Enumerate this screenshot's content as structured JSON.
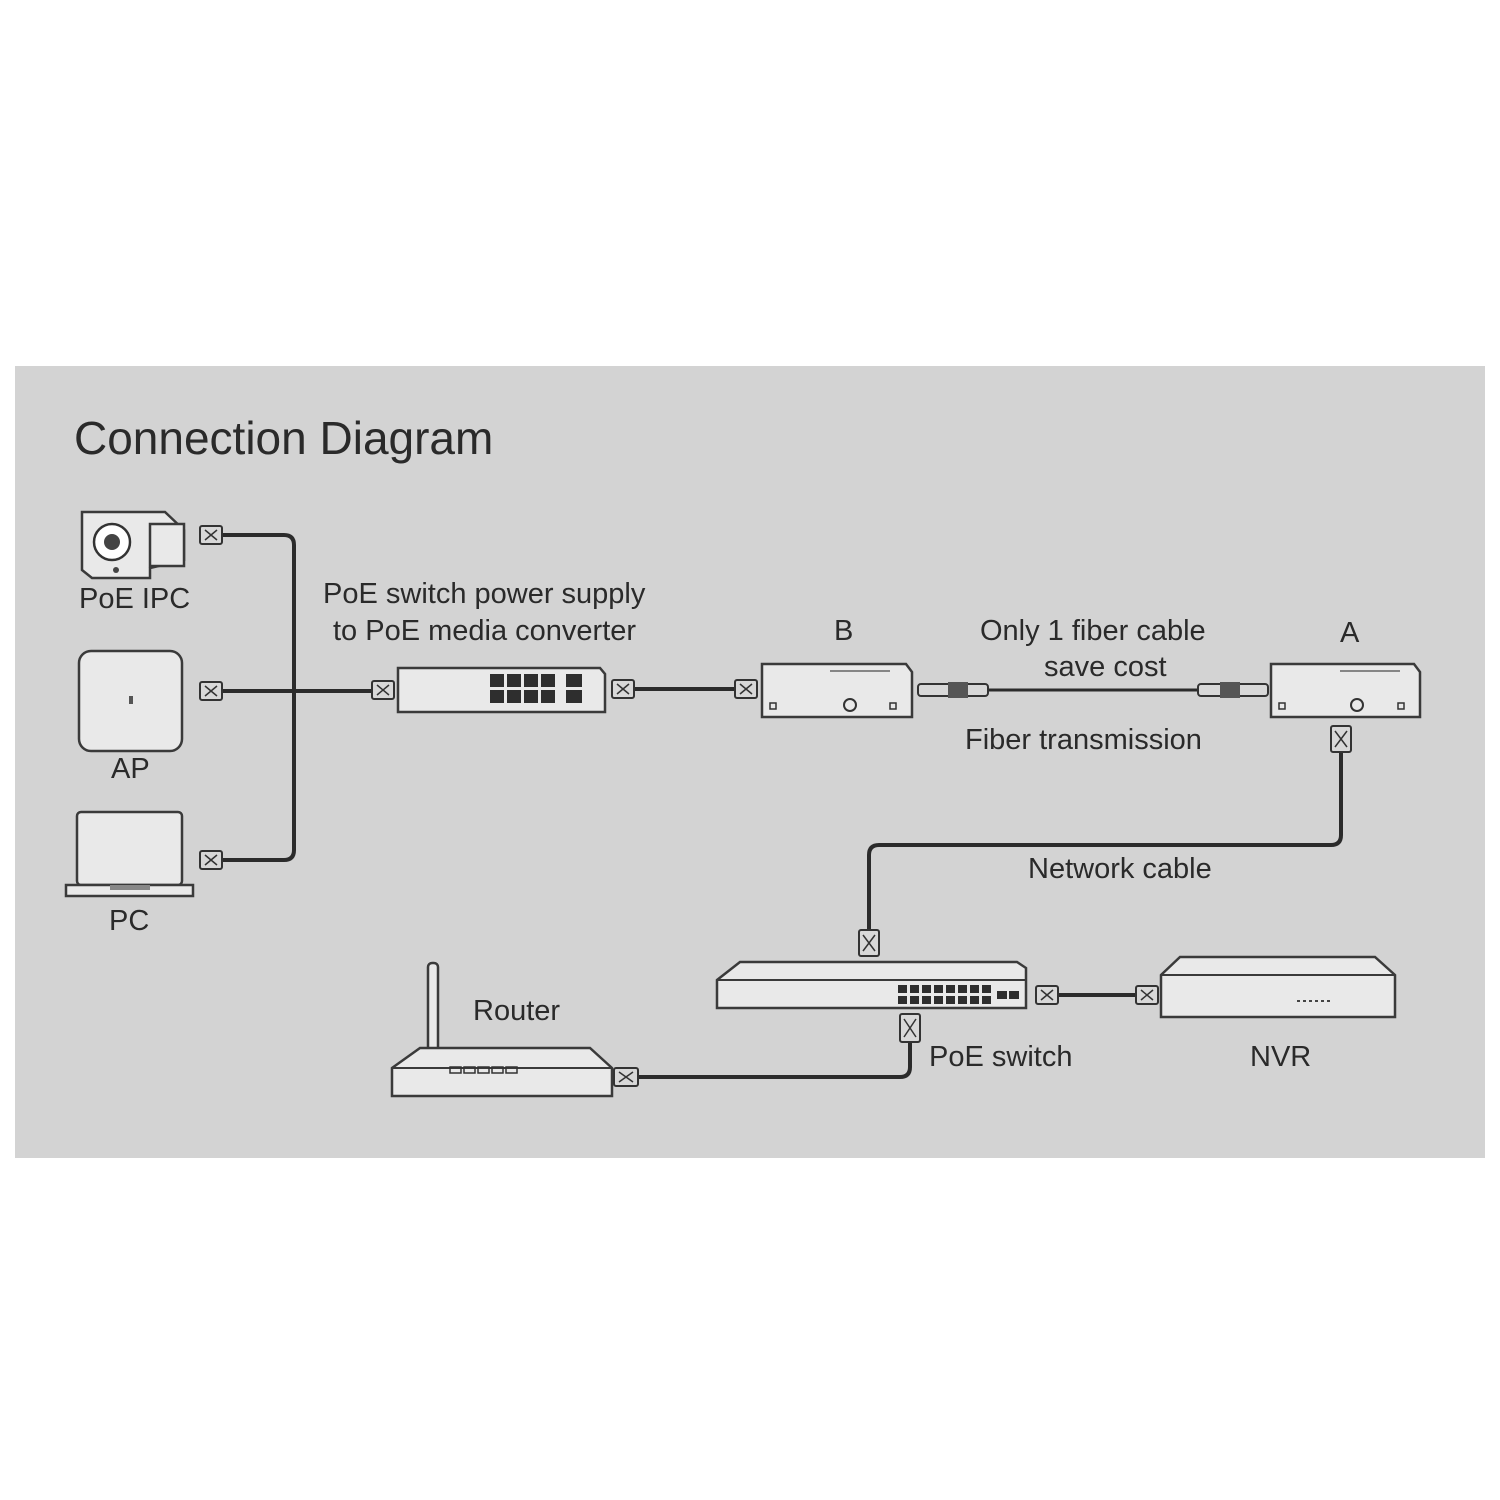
{
  "title": "Connection Diagram",
  "colors": {
    "panel": "#d3d3d3",
    "ink": "#2a2a2a",
    "device_fill": "#e9e9e9"
  },
  "devices": {
    "ipc": {
      "label": "PoE IPC",
      "icon": "bullet-camera-icon"
    },
    "ap": {
      "label": "AP",
      "icon": "access-point-icon"
    },
    "pc": {
      "label": "PC",
      "icon": "laptop-icon"
    },
    "poe_switch_small": {
      "label_line1": "PoE switch power supply",
      "label_line2": "to PoE media converter",
      "icon": "network-switch-icon"
    },
    "converter_b": {
      "label": "B",
      "icon": "media-converter-icon"
    },
    "converter_a": {
      "label": "A",
      "icon": "media-converter-icon"
    },
    "poe_switch": {
      "label": "PoE switch",
      "icon": "network-switch-icon"
    },
    "nvr": {
      "label": "NVR",
      "icon": "nvr-recorder-icon"
    },
    "router": {
      "label": "Router",
      "icon": "wireless-router-icon"
    }
  },
  "links": {
    "fiber_note_line1": "Only 1 fiber cable",
    "fiber_note_line2": "save cost",
    "fiber_label": "Fiber transmission",
    "network_label": "Network cable"
  }
}
